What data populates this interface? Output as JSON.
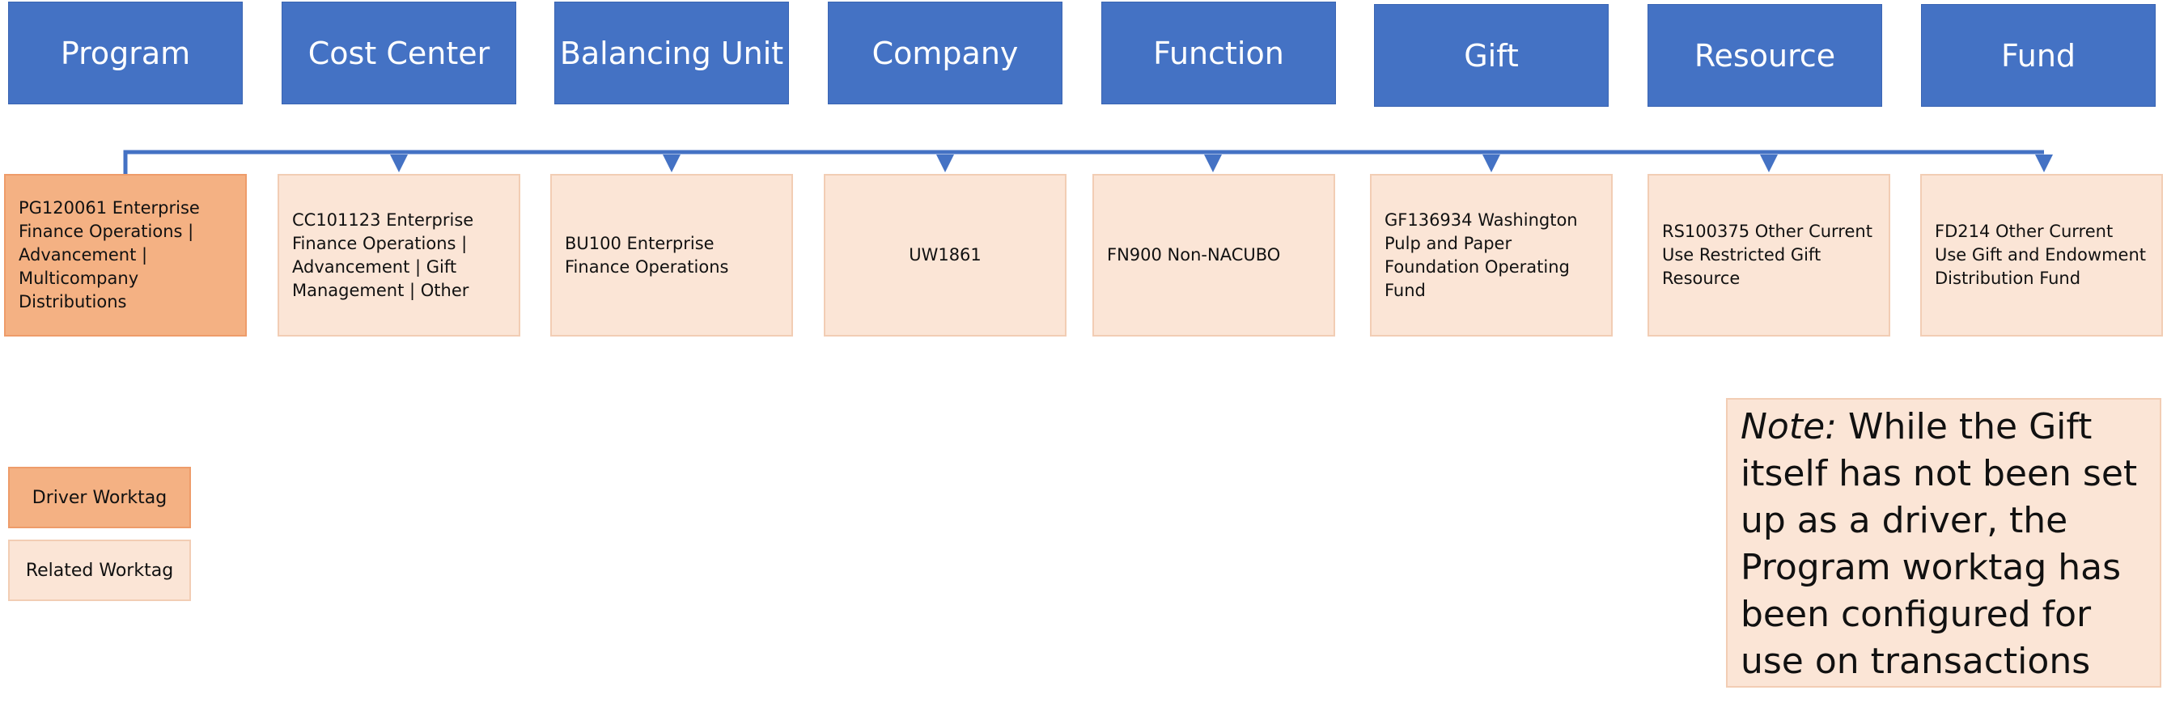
{
  "colors": {
    "header_fill": "#4472C4",
    "driver_fill": "#F4B183",
    "related_fill": "#FBE5D6",
    "connector": "#4472C4"
  },
  "headers": [
    "Program",
    "Cost Center",
    "Balancing Unit",
    "Company",
    "Function",
    "Gift",
    "Resource",
    "Fund"
  ],
  "worktags": [
    {
      "type": "driver",
      "text": "PG120061 Enterprise Finance Operations | Advancement | Multicompany Distributions"
    },
    {
      "type": "related",
      "text": "CC101123 Enterprise Finance Operations | Advancement | Gift Management | Other"
    },
    {
      "type": "related",
      "text": "BU100 Enterprise Finance Operations"
    },
    {
      "type": "related",
      "text": "UW1861"
    },
    {
      "type": "related",
      "text": "FN900 Non-NACUBO"
    },
    {
      "type": "related",
      "text": "GF136934 Washington Pulp and Paper Foundation Operating Fund"
    },
    {
      "type": "related",
      "text": "RS100375 Other Current Use Restricted Gift Resource"
    },
    {
      "type": "related",
      "text": "FD214 Other Current Use Gift and Endowment Distribution Fund"
    }
  ],
  "legend": {
    "driver_label": "Driver Worktag",
    "related_label": "Related Worktag"
  },
  "note": {
    "prefix": "Note:",
    "text": " While the Gift itself has not been set up as a driver, the Program worktag has been configured for use on transactions"
  }
}
